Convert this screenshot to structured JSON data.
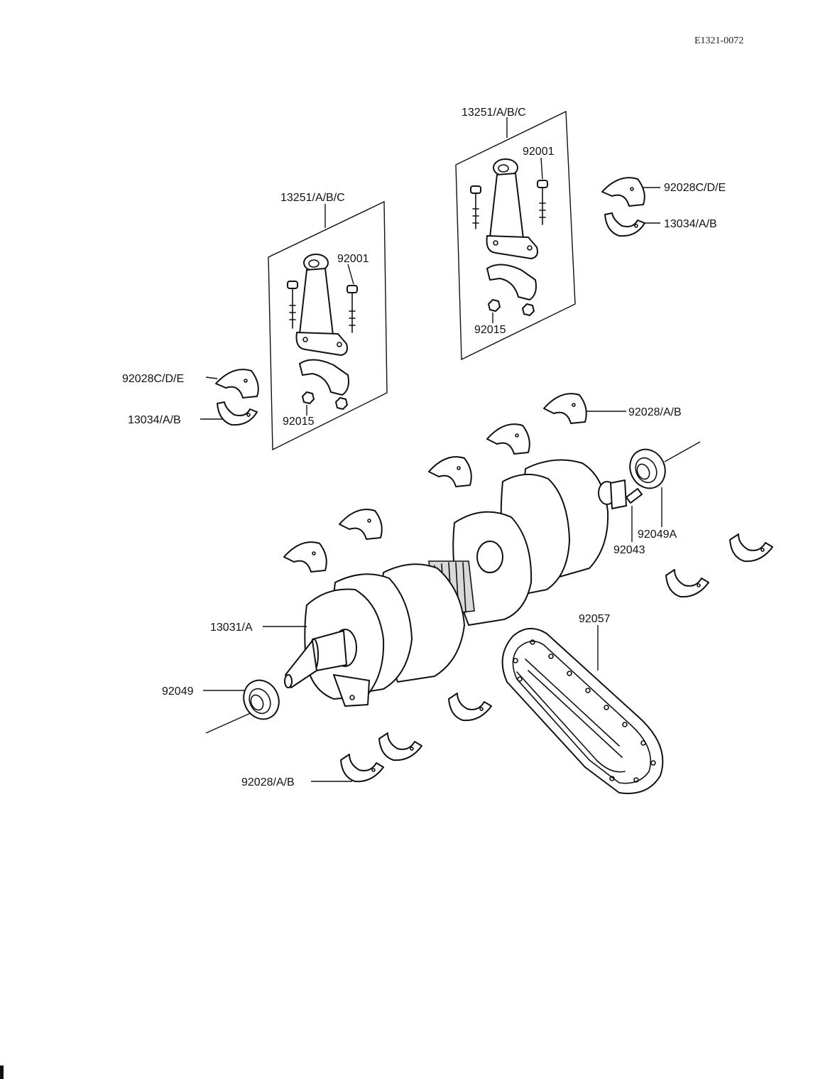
{
  "document_code": "E1321-0072",
  "labels": {
    "conrod_assy_left": "13251/A/B/C",
    "conrod_bolt_left": "92001",
    "conrod_nut_left": "92015",
    "conrod_bearing_upper_left": "92028C/D/E",
    "conrod_bearing_lower_left": "13034/A/B",
    "conrod_assy_right": "13251/A/B/C",
    "conrod_bolt_right": "92001",
    "conrod_nut_right": "92015",
    "conrod_bearing_upper_right": "92028C/D/E",
    "conrod_bearing_lower_right": "13034/A/B",
    "main_bearing_upper": "92028/A/B",
    "main_bearing_lower": "92028/A/B",
    "oil_seal_right": "92049A",
    "pin": "92043",
    "crankshaft": "13031/A",
    "oil_seal_left": "92049",
    "cam_chain": "92057"
  }
}
